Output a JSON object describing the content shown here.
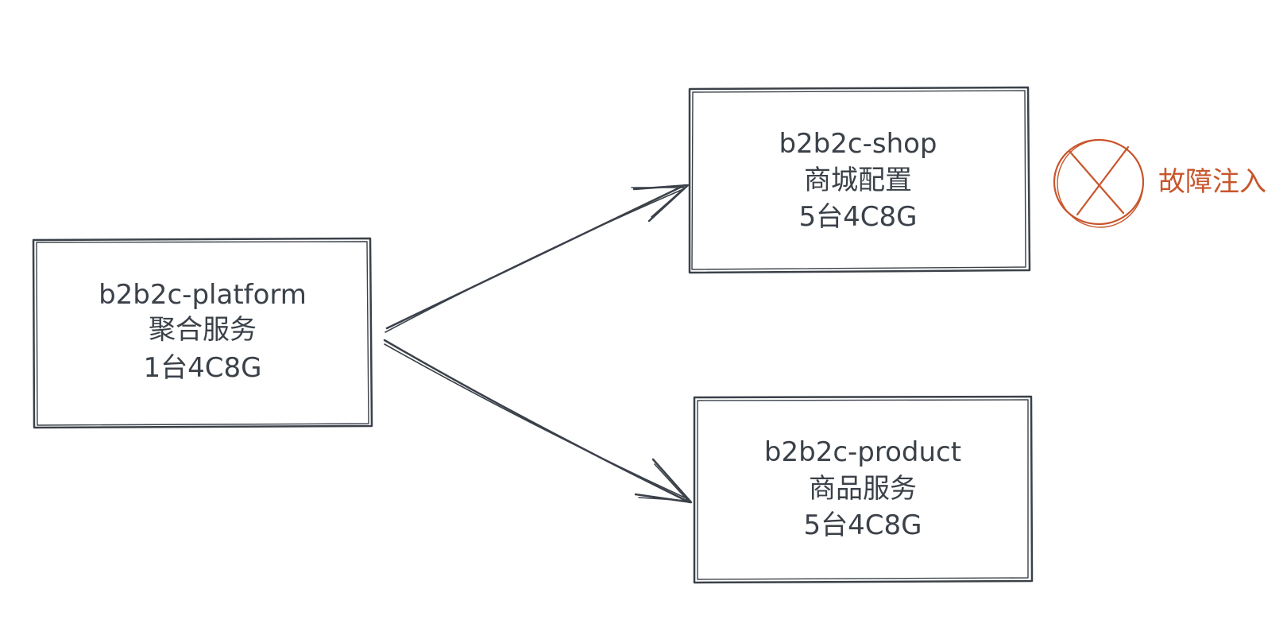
{
  "diagram": {
    "nodes": [
      {
        "id": "platform",
        "lines": [
          "b2b2c-platform",
          "聚合服务",
          "1台4C8G"
        ]
      },
      {
        "id": "shop",
        "lines": [
          "b2b2c-shop",
          "商城配置",
          "5台4C8G"
        ]
      },
      {
        "id": "product",
        "lines": [
          "b2b2c-product",
          "商品服务",
          "5台4C8G"
        ]
      }
    ],
    "edges": [
      {
        "from": "platform",
        "to": "shop"
      },
      {
        "from": "platform",
        "to": "product"
      }
    ],
    "fault": {
      "target": "shop",
      "icon": "x-circle-icon",
      "label": "故障注入",
      "color": "#c8552b"
    },
    "colors": {
      "stroke": "#3b4149",
      "text": "#3b4149",
      "fault": "#c8552b",
      "background": "#ffffff"
    }
  }
}
